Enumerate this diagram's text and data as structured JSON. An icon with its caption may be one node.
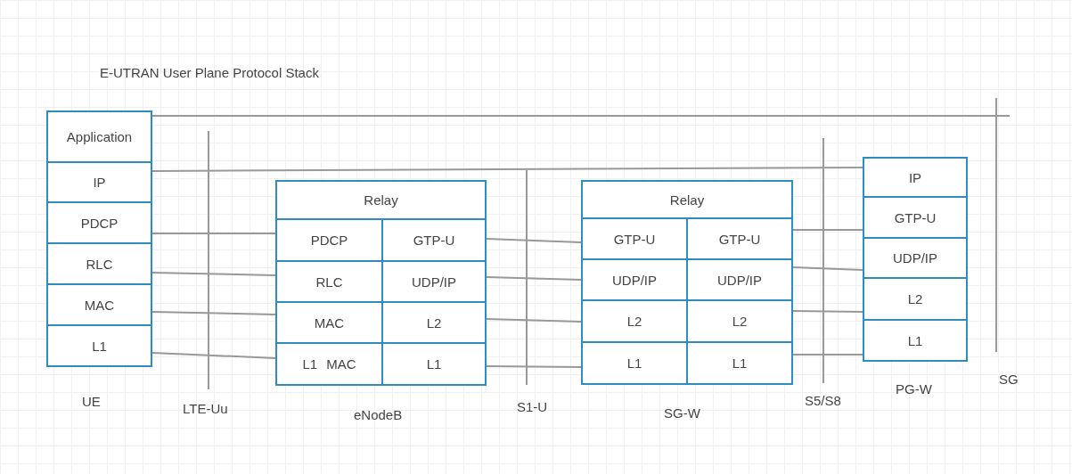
{
  "diagram": {
    "title": "E-UTRAN User Plane Protocol Stack",
    "nodes": [
      {
        "text": [
          "Application"
        ]
      },
      {
        "text": [
          "IP"
        ]
      },
      {
        "text": [
          "PDCP"
        ]
      },
      {
        "text": [
          "RLC"
        ]
      },
      {
        "text": [
          "MAC"
        ]
      },
      {
        "text": [
          "L1"
        ]
      },
      {
        "text": [
          "Relay"
        ]
      },
      {
        "text": [
          "PDCP"
        ]
      },
      {
        "text": [
          "GTP-U"
        ]
      },
      {
        "text": [
          "RLC"
        ]
      },
      {
        "text": [
          "UDP/IP"
        ]
      },
      {
        "text": [
          "MAC"
        ]
      },
      {
        "text": [
          "L2"
        ]
      },
      {
        "text": [
          "L1",
          "MAC"
        ]
      },
      {
        "text": [
          "L1"
        ]
      },
      {
        "text": [
          "Relay"
        ]
      },
      {
        "text": [
          "GTP-U"
        ]
      },
      {
        "text": [
          "GTP-U"
        ]
      },
      {
        "text": [
          "UDP/IP"
        ]
      },
      {
        "text": [
          "UDP/IP"
        ]
      },
      {
        "text": [
          "L2"
        ]
      },
      {
        "text": [
          "L2"
        ]
      },
      {
        "text": [
          "L1"
        ]
      },
      {
        "text": [
          "L1"
        ]
      },
      {
        "text": [
          "IP"
        ]
      },
      {
        "text": [
          "GTP-U"
        ]
      },
      {
        "text": [
          "UDP/IP"
        ]
      },
      {
        "text": [
          "L2"
        ]
      },
      {
        "text": [
          "L1"
        ]
      }
    ],
    "edges": [
      {
        "from": 0,
        "to": null,
        "arrow": "none"
      },
      {
        "from": 1,
        "to": 24,
        "arrow": "none"
      },
      {
        "from": 2,
        "to": 7,
        "arrow": "none"
      },
      {
        "from": 3,
        "to": 9,
        "arrow": "none"
      },
      {
        "from": 4,
        "to": 11,
        "arrow": "none"
      },
      {
        "from": 5,
        "to": 13,
        "arrow": "none"
      },
      {
        "from": 8,
        "to": 16,
        "arrow": "none"
      },
      {
        "from": 10,
        "to": 18,
        "arrow": "none"
      },
      {
        "from": 12,
        "to": 20,
        "arrow": "none"
      },
      {
        "from": 14,
        "to": 22,
        "arrow": "none"
      },
      {
        "from": 17,
        "to": 25,
        "arrow": "none"
      },
      {
        "from": 19,
        "to": 26,
        "arrow": "none"
      },
      {
        "from": 21,
        "to": 27,
        "arrow": "none"
      },
      {
        "from": 23,
        "to": 28,
        "arrow": "none"
      }
    ],
    "labels": [
      "UE",
      "LTE-Uu",
      "eNodeB",
      "S1-U",
      "SG-W",
      "S5/S8",
      "PG-W",
      "SG"
    ]
  }
}
